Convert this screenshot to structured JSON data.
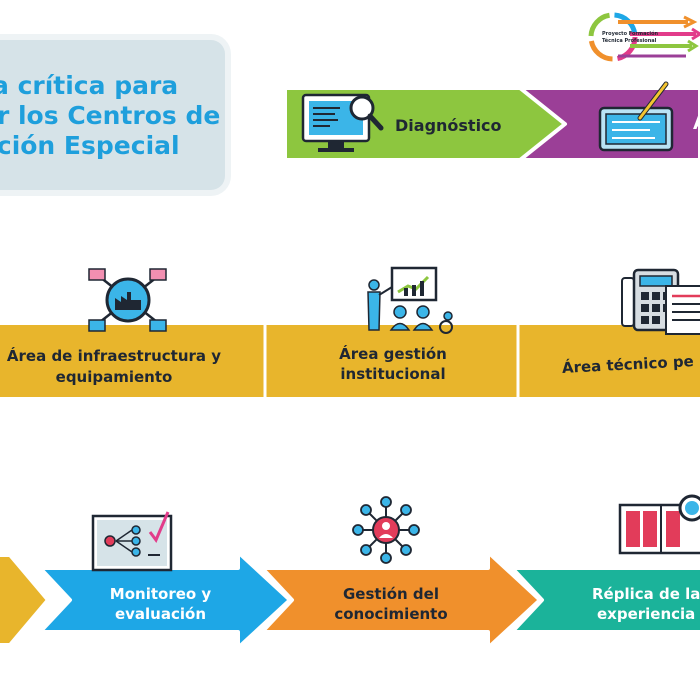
{
  "title": {
    "line1": "a crítica para",
    "line2": "er los Centros de",
    "line3": "ación Especial"
  },
  "logo": {
    "line1": "Proyecto Formación",
    "line2": "Técnica Profesional"
  },
  "row1": {
    "step1": "Diagnóstico",
    "step2": "A"
  },
  "row2": {
    "area1_line1": "Área de infraestructura y",
    "area1_line2": "equipamiento",
    "area2_line1": "Área gestión",
    "area2_line2": "institucional",
    "area3": "Área técnico pe"
  },
  "row3": {
    "step1_line1": "Monitoreo y",
    "step1_line2": "evaluación",
    "step2_line1": "Gestión del",
    "step2_line2": "conocimiento",
    "step3_line1": "Réplica de la",
    "step3_line2": "experiencia"
  },
  "colors": {
    "blue_title": "#1e9fdc",
    "green": "#8dc63f",
    "purple": "#9b3f97",
    "gold": "#e8b52c",
    "sky": "#1ea7e6",
    "orange": "#f0902c",
    "teal": "#1bb39a"
  },
  "icons": [
    "diagnostic-monitor-icon",
    "blueprint-icon",
    "factory-network-icon",
    "presentation-meeting-icon",
    "calculator-documents-icon",
    "monitoring-board-icon",
    "knowledge-network-icon",
    "open-book-icon",
    "program-logo-icon"
  ]
}
